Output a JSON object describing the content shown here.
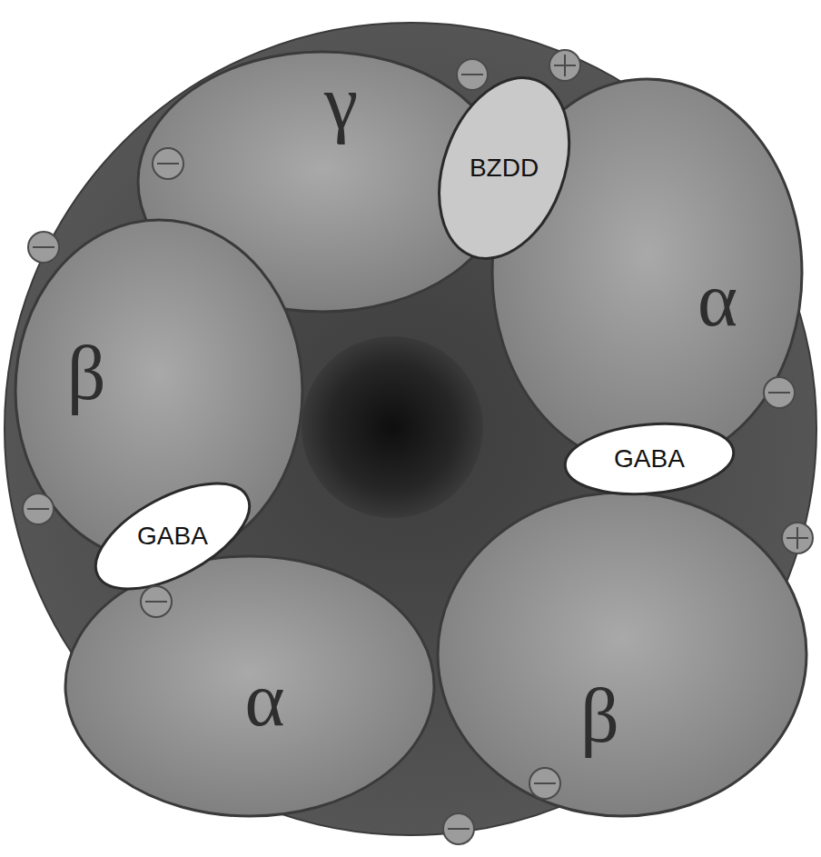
{
  "diagram": {
    "nodes": [
      {
        "text": [
          "γ"
        ]
      },
      {
        "text": [
          "β"
        ]
      },
      {
        "text": [
          "α"
        ]
      },
      {
        "text": [
          "α"
        ]
      },
      {
        "text": [
          "β"
        ]
      },
      {
        "text": [
          "BZDD"
        ]
      },
      {
        "text": [
          "GABA"
        ]
      },
      {
        "text": [
          "GABA"
        ]
      }
    ]
  }
}
